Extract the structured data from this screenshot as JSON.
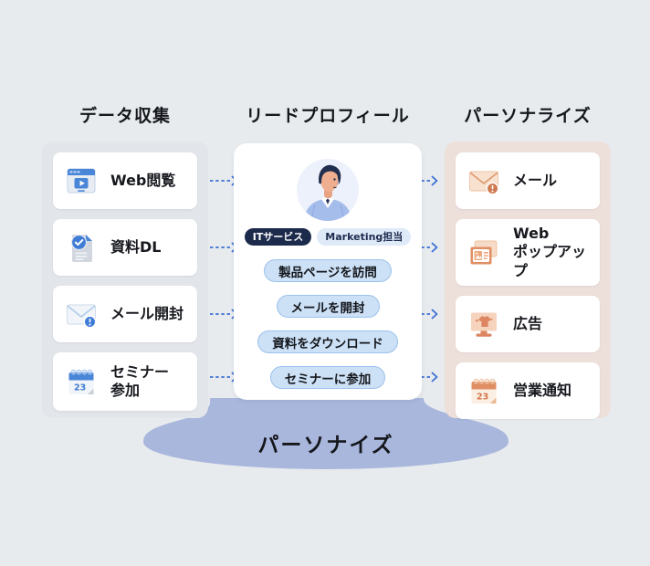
{
  "colors": {
    "background": "#e8ebee",
    "panel_left": "#e2e5e9",
    "panel_right": "#eddfda",
    "card": "#ffffff",
    "accent_blue": "#4a86d8",
    "accent_salmon": "#df8f63",
    "arrow_blue": "#3a6fd3",
    "chip_bg": "#cce0f6",
    "chip_border": "#9cc2ec",
    "tag_dark_bg": "#1c2a4b",
    "tag_light_bg": "#dfeaf9",
    "stage_fill": "#a9b7dd"
  },
  "data_collection": {
    "title": "データ収集",
    "items": [
      {
        "icon": "browser-play-icon",
        "lines": [
          "Web閲覧"
        ]
      },
      {
        "icon": "document-check-icon",
        "lines": [
          "資料DL"
        ]
      },
      {
        "icon": "email-notification-icon",
        "lines": [
          "メール開封"
        ]
      },
      {
        "icon": "calendar-icon",
        "lines": [
          "セミナー",
          "参加"
        ],
        "calendar_day": "23"
      }
    ]
  },
  "lead_profile": {
    "title": "リードプロフィール",
    "tags": [
      {
        "label": "ITサービス",
        "style": "dark"
      },
      {
        "label": "Marketing担当",
        "style": "light"
      }
    ],
    "activities": [
      "製品ページを訪問",
      "メールを開封",
      "資料をダウンロード",
      "セミナーに参加"
    ]
  },
  "personalize": {
    "title": "パーソナライズ",
    "items": [
      {
        "icon": "email-alert-icon",
        "lines": [
          "メール"
        ]
      },
      {
        "icon": "web-popup-icon",
        "lines": [
          "Web",
          "ポップアップ"
        ]
      },
      {
        "icon": "ad-display-icon",
        "lines": [
          "広告"
        ]
      },
      {
        "icon": "calendar-icon",
        "lines": [
          "営業通知"
        ],
        "calendar_day": "23"
      }
    ]
  },
  "footer": {
    "label": "パーソナイズ"
  }
}
